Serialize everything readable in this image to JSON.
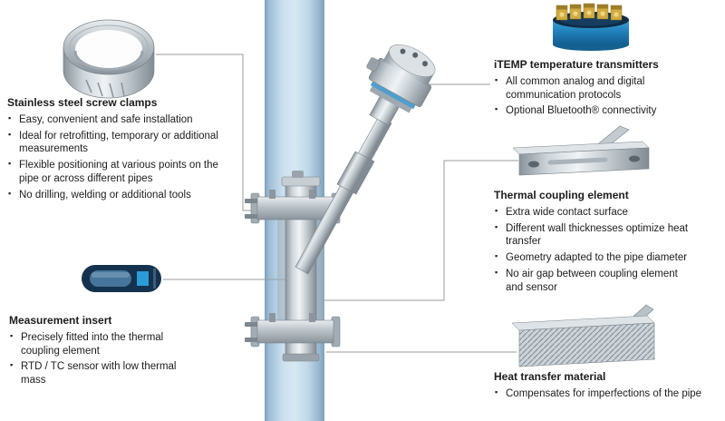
{
  "colors": {
    "background": "#ffffff",
    "pipe_blue": "#c3dbeb",
    "metal_gray": "#b9c1c7",
    "transmitter_blue": "#2188c0",
    "insert_navy": "#14324d",
    "insert_accent_blue": "#2b9cd8",
    "text": "#1c1c1c",
    "leader_line": "#9b9b9b"
  },
  "illustrations": {
    "screw_clamp": "screw-clamp-ring-illustration",
    "measurement_insert": "measurement-insert-illustration",
    "transmitter": "itemp-transmitter-illustration",
    "thermal_coupling": "thermal-coupling-illustration",
    "heat_transfer": "heat-transfer-material-illustration",
    "center_scene": "pipe-with-clamped-sensor-assembly"
  },
  "callouts": {
    "screw_clamps": {
      "title": "Stainless steel screw clamps",
      "bullets": [
        "Easy, convenient and safe installation",
        "Ideal for retrofitting, temporary or additional measurements",
        "Flexible positioning at various points on the pipe or across different pipes",
        "No drilling, welding or additional tools"
      ]
    },
    "measurement_insert": {
      "title": "Measurement insert",
      "bullets": [
        "Precisely fitted into the thermal coupling element",
        "RTD / TC sensor with low thermal mass"
      ]
    },
    "transmitters": {
      "title": "iTEMP temperature transmitters",
      "bullets": [
        "All common analog and digital communication protocols",
        "Optional Bluetooth® connectivity"
      ]
    },
    "thermal_coupling": {
      "title": "Thermal coupling element",
      "bullets": [
        "Extra wide contact surface",
        "Different wall thicknesses optimize heat transfer",
        "Geometry adapted to the pipe diameter",
        "No air gap between coupling element and sensor"
      ]
    },
    "heat_transfer": {
      "title": "Heat transfer material",
      "bullets": [
        "Compensates for imperfections of the pipe"
      ]
    }
  }
}
